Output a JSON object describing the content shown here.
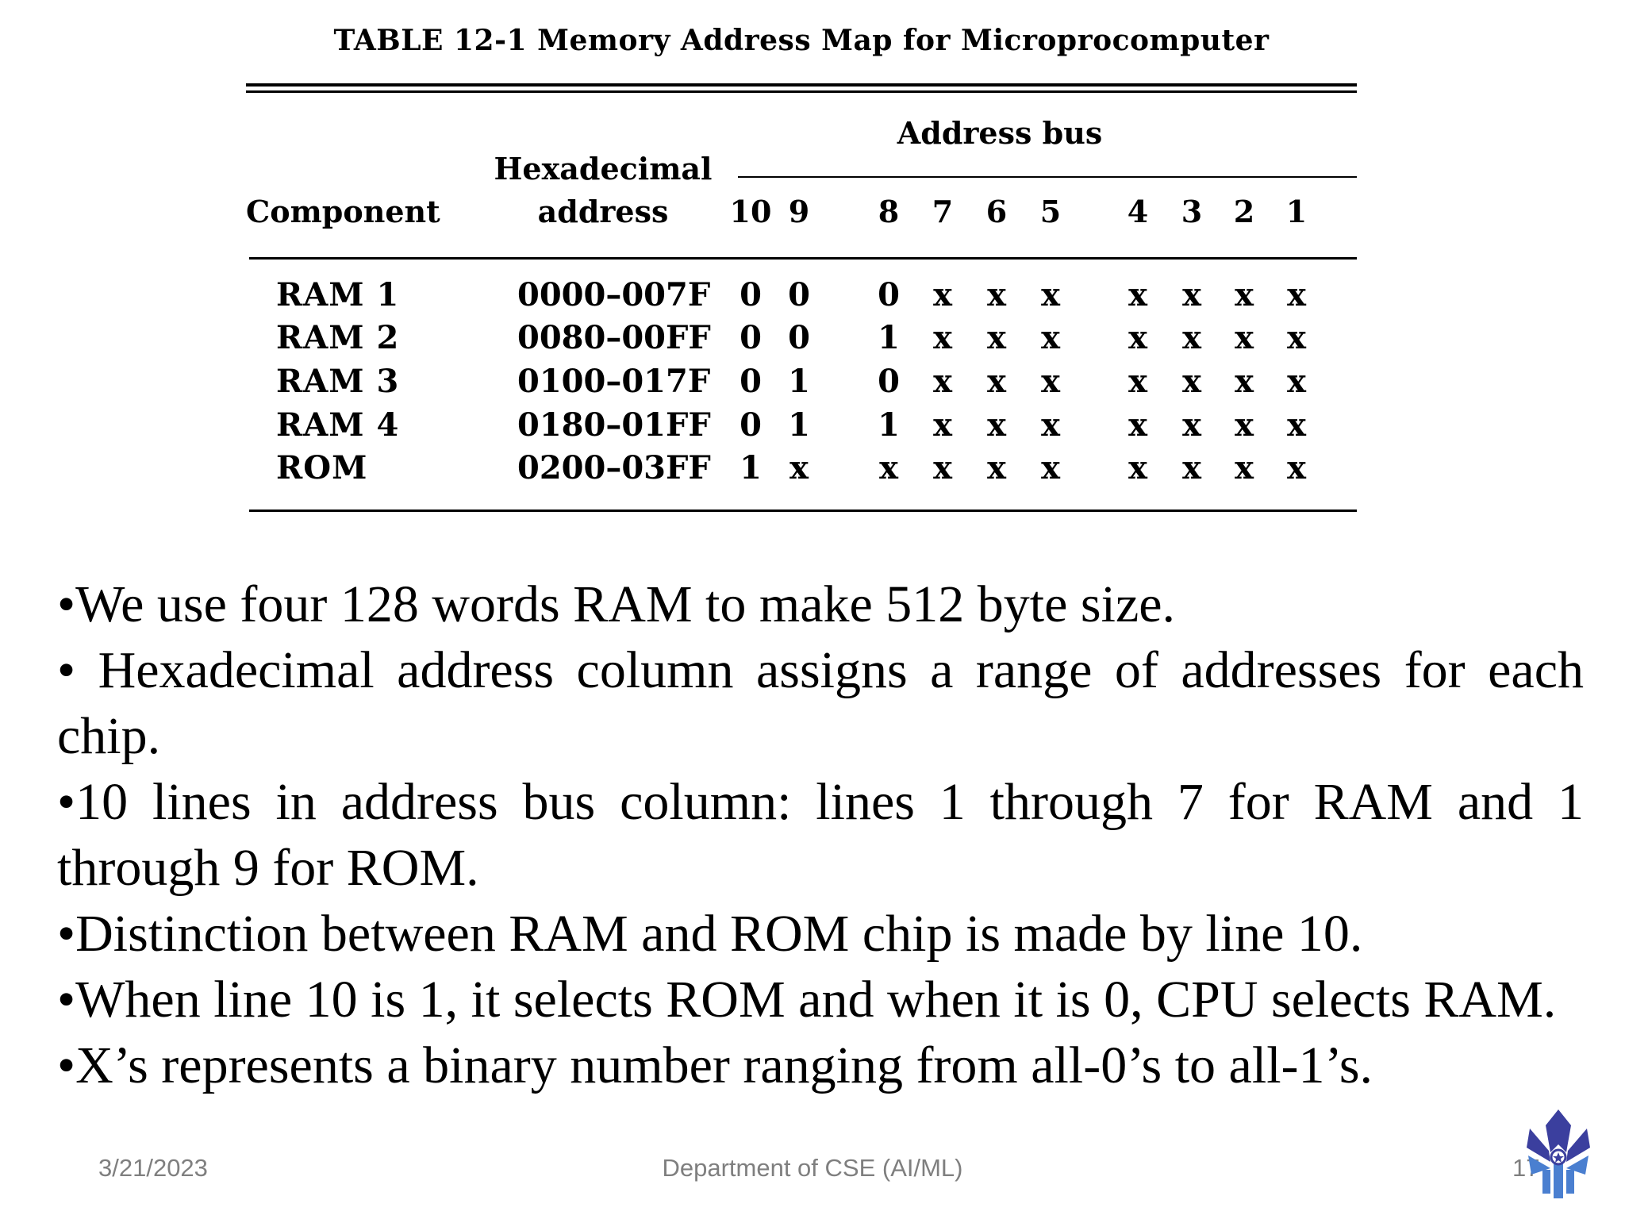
{
  "table": {
    "title": "TABLE 12-1  Memory Address Map for Microprocomputer",
    "header": {
      "component": "Component",
      "hex_line1": "Hexadecimal",
      "hex_line2": "address",
      "address_bus": "Address bus",
      "bits": [
        "10",
        "9",
        "8",
        "7",
        "6",
        "5",
        "4",
        "3",
        "2",
        "1"
      ]
    },
    "rows": [
      {
        "component": "RAM 1",
        "hex": "0000–007F",
        "bits": [
          "0",
          "0",
          "0",
          "x",
          "x",
          "x",
          "x",
          "x",
          "x",
          "x"
        ]
      },
      {
        "component": "RAM 2",
        "hex": "0080–00FF",
        "bits": [
          "0",
          "0",
          "1",
          "x",
          "x",
          "x",
          "x",
          "x",
          "x",
          "x"
        ]
      },
      {
        "component": "RAM 3",
        "hex": "0100–017F",
        "bits": [
          "0",
          "1",
          "0",
          "x",
          "x",
          "x",
          "x",
          "x",
          "x",
          "x"
        ]
      },
      {
        "component": "RAM 4",
        "hex": "0180–01FF",
        "bits": [
          "0",
          "1",
          "1",
          "x",
          "x",
          "x",
          "x",
          "x",
          "x",
          "x"
        ]
      },
      {
        "component": "ROM",
        "hex": "0200–03FF",
        "bits": [
          "1",
          "x",
          "x",
          "x",
          "x",
          "x",
          "x",
          "x",
          "x",
          "x"
        ]
      }
    ]
  },
  "bullets": [
    "•We use four 128 words RAM to make 512 byte size.",
    "• Hexadecimal address column assigns a range of addresses for each chip.",
    "•10 lines in address bus column: lines 1 through 7 for RAM and 1 through 9 for ROM.",
    "•Distinction between RAM and ROM chip is made by line 10.",
    "•When line 10 is 1, it selects ROM and when it is 0, CPU selects RAM.",
    "•X’s represents a binary number ranging from all-0’s to all-1’s."
  ],
  "footer": {
    "date": "3/21/2023",
    "department": "Department of CSE (AI/ML)",
    "page": "17"
  },
  "logo": {
    "icon": "university-logo-icon",
    "colors": {
      "primary": "#3b3f9e",
      "secondary": "#4a7fd0"
    }
  }
}
